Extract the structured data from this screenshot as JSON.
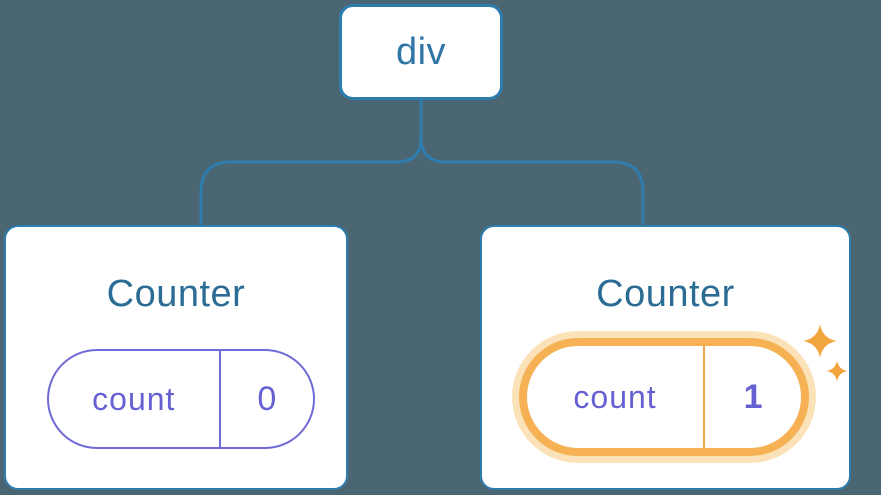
{
  "diagram": {
    "root": {
      "label": "div"
    },
    "children": [
      {
        "title": "Counter",
        "state": {
          "key": "count",
          "value": "0"
        },
        "highlighted": false
      },
      {
        "title": "Counter",
        "state": {
          "key": "count",
          "value": "1"
        },
        "highlighted": true
      }
    ]
  },
  "icons": {
    "sparkles": "sparkles-icon"
  },
  "colors": {
    "canvas-bg": "#4b6673",
    "node-bg": "#ffffff",
    "line-blue": "#2e7dad",
    "node-text": "#2f76a7",
    "title-text": "#2b6c94",
    "state-purple": "#6661d3",
    "state-purple-border": "#6f6ad8",
    "highlight-orange": "#f6b155",
    "highlight-glow": "#fbe2b8",
    "highlight-divider": "#f2a946",
    "sparkle-orange": "#f1a53e"
  }
}
